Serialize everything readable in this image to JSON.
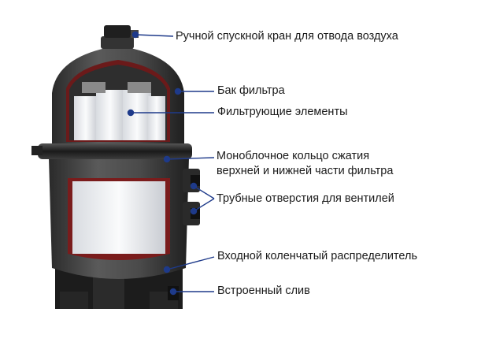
{
  "labels": {
    "air_relief_valve": "Ручной спускной кран для отвода воздуха",
    "filter_tank": "Бак фильтра",
    "filter_elements": "Фильтрующие элементы",
    "clamp_ring_line1": "Моноблочное кольцо сжатия",
    "clamp_ring_line2": "верхней и нижней части фильтра",
    "pipe_ports": "Трубные отверстия для вентилей",
    "inlet_manifold": "Входной коленчатый распределитель",
    "built_in_drain": "Встроенный слив"
  },
  "colors": {
    "leader_line": "#1e3a8a",
    "tank_body": "#3a3a3a",
    "cutaway_edge": "#8a1c1c",
    "filter_media": "#eef0f3"
  }
}
